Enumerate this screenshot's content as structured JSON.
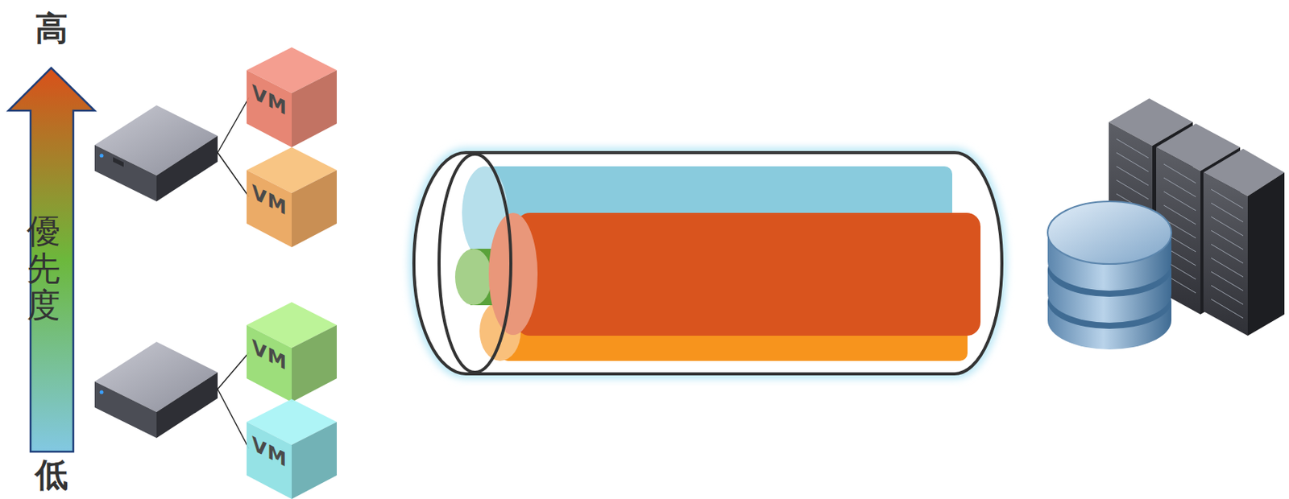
{
  "diagram": {
    "nodes": [
      {
        "text": [
          "VM"
        ]
      },
      {
        "text": [
          "VM"
        ]
      },
      {
        "text": [
          "VM"
        ]
      },
      {
        "text": [
          "VM"
        ]
      }
    ],
    "labels": [
      "高",
      "優先度",
      "低"
    ]
  }
}
